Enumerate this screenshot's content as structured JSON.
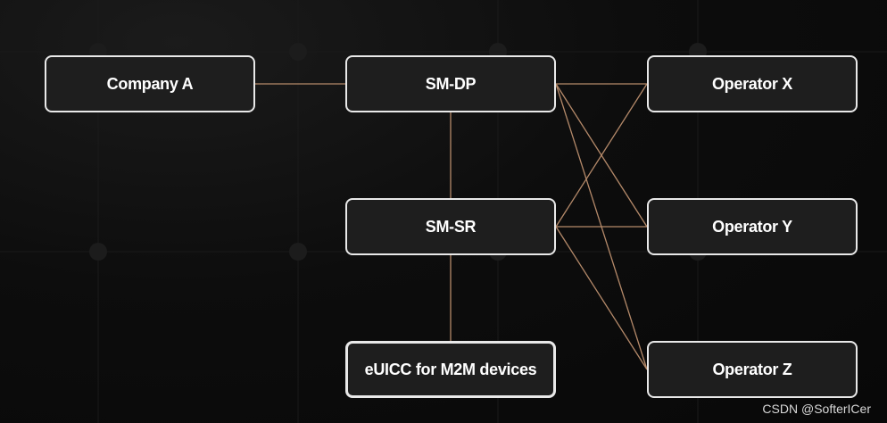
{
  "diagram": {
    "nodes": {
      "company_a": "Company A",
      "sm_dp": "SM-DP",
      "sm_sr": "SM-SR",
      "euicc": "eUICC for M2M devices",
      "operator_x": "Operator X",
      "operator_y": "Operator Y",
      "operator_z": "Operator Z"
    },
    "colors": {
      "background": "#0a0a0a",
      "node_fill": "#1e1e1e",
      "node_border": "#e9e9e9",
      "node_text": "#ffffff",
      "connector": "#b58a6a"
    },
    "connections": [
      [
        "company_a",
        "sm_dp"
      ],
      [
        "sm_dp",
        "sm_sr"
      ],
      [
        "sm_sr",
        "euicc"
      ],
      [
        "sm_dp",
        "operator_x"
      ],
      [
        "sm_dp",
        "operator_y"
      ],
      [
        "sm_dp",
        "operator_z"
      ],
      [
        "sm_sr",
        "operator_x"
      ],
      [
        "sm_sr",
        "operator_y"
      ],
      [
        "sm_sr",
        "operator_z"
      ]
    ]
  },
  "watermark": "CSDN @SofterICer"
}
